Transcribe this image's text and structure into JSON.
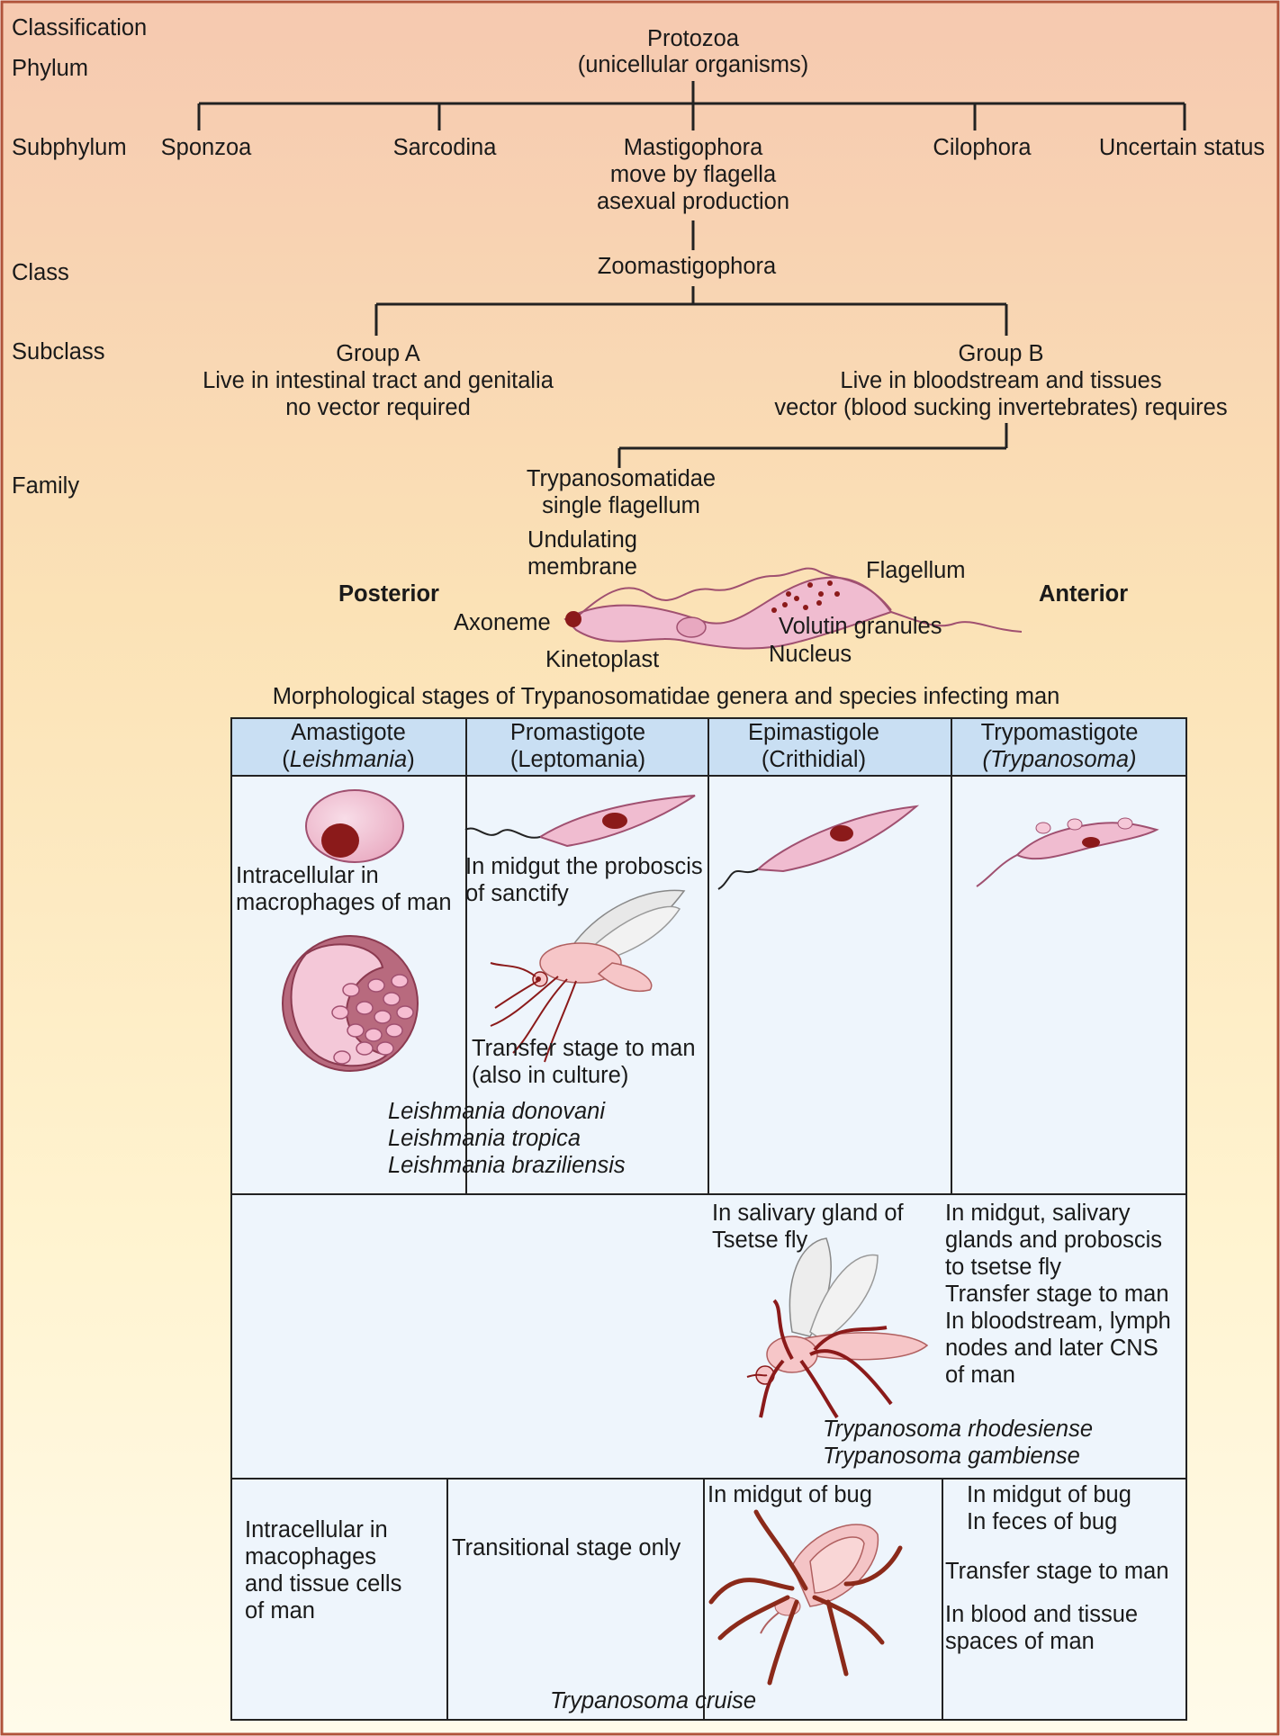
{
  "levels": {
    "classification": "Classification",
    "phylum": "Phylum",
    "subphylum": "Subphylum",
    "class": "Class",
    "subclass": "Subclass",
    "family": "Family"
  },
  "phylum": {
    "line1": "Protozoa",
    "line2": "(unicellular organisms)"
  },
  "subphyla": {
    "sponzoa": "Sponzoa",
    "sarcodina": "Sarcodina",
    "mastigophora": [
      "Mastigophora",
      "move by flagella",
      "asexual production"
    ],
    "cilophora": "Cilophora",
    "uncertain": "Uncertain status"
  },
  "class_name": "Zoomastigophora",
  "group_a": [
    "Group A",
    "Live in intestinal tract and genitalia",
    "no vector required"
  ],
  "group_b": [
    "Group B",
    "Live in bloodstream and tissues",
    "vector (blood sucking invertebrates) requires"
  ],
  "family": [
    "Trypanosomatidae",
    "single flagellum"
  ],
  "anatomy": {
    "posterior": "Posterior",
    "anterior": "Anterior",
    "undulating": [
      "Undulating",
      "membrane"
    ],
    "flagellum": "Flagellum",
    "axoneme": "Axoneme",
    "volutin": "Volutin granules",
    "nucleus": "Nucleus",
    "kinetoplast": "Kinetoplast"
  },
  "table_title": "Morphological stages of Trypanosomatidae genera and species infecting man",
  "table": {
    "headers": [
      {
        "line1": "Amastigote",
        "line2": "(Leishmania)",
        "italic2": true
      },
      {
        "line1": "Promastigote",
        "line2": "(Leptomania)",
        "italic2": false
      },
      {
        "line1": "Epimastigole",
        "line2": "(Crithidial)",
        "italic2": false
      },
      {
        "line1": "Trypomastigote",
        "line2": "(Trypanosoma)",
        "italic2": true
      }
    ],
    "row1": {
      "amastigote_note": [
        "Intracellular in",
        "macrophages of man"
      ],
      "promastigote_note": [
        "In midgut the proboscis",
        "of sanctify"
      ],
      "transfer": [
        "Transfer stage to man",
        "(also in culture)"
      ],
      "species": [
        "Leishmania donovani",
        "Leishmania tropica",
        "Leishmania braziliensis"
      ]
    },
    "row2": {
      "epi_note": [
        "In salivary gland of",
        "Tsetse fly"
      ],
      "trypo_note": [
        "In midgut, salivary",
        "glands and proboscis",
        "to tsetse fly",
        "Transfer stage to man",
        "In bloodstream, lymph",
        "nodes and later CNS",
        "of man"
      ],
      "species": [
        "Trypanosoma rhodesiense",
        "Trypanosoma gambiense"
      ]
    },
    "row3": {
      "amastigote_note": [
        "Intracellular in",
        "macophages",
        "and tissue cells",
        "of man"
      ],
      "promastigote_note": "Transitional stage only",
      "epi_note": "In midgut of bug",
      "trypo_note": [
        "In midgut of bug",
        "In feces of bug",
        "Transfer stage to man",
        "In blood and tissue",
        "spaces of man"
      ],
      "species": "Trypanosoma cruise"
    }
  },
  "colors": {
    "bg_top": "#f6c9b0",
    "bg_bottom": "#fffbea",
    "frame": "#b0533a",
    "header_fill": "#c9dff3",
    "cell_fill": "#eef5fc",
    "organism_pink": "#f0bcd0",
    "dark_red": "#8b1a1a"
  }
}
